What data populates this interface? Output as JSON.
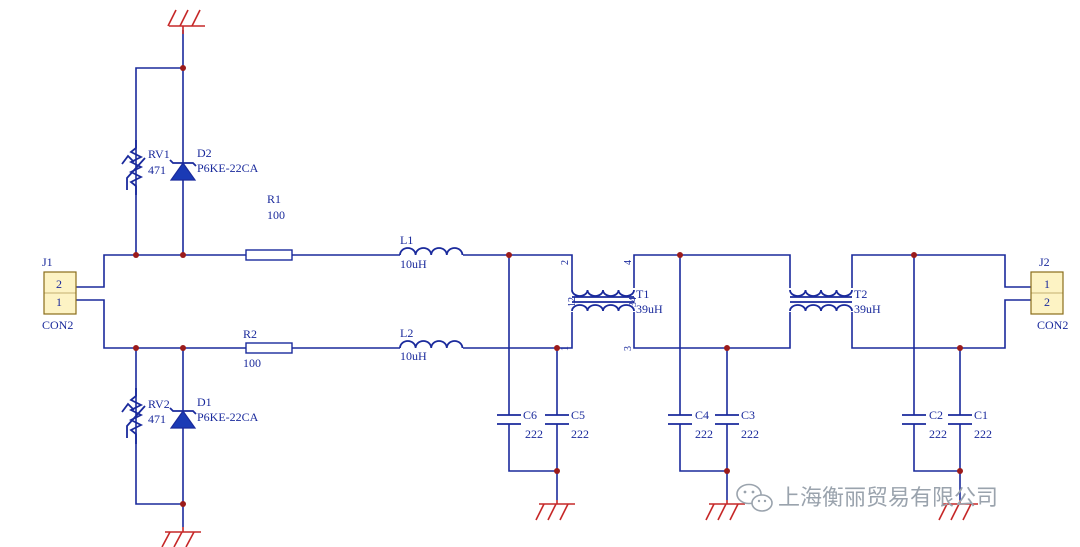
{
  "labels": {
    "j1": "J1",
    "j1_pin_top": "2",
    "j1_pin_bot": "1",
    "j1_type": "CON2",
    "j2": "J2",
    "j2_pin_top": "1",
    "j2_pin_bot": "2",
    "j2_type": "CON2",
    "rv1": "RV1",
    "rv1_val": "471",
    "d2": "D2",
    "d2_val": "P6KE-22CA",
    "rv2": "RV2",
    "rv2_val": "471",
    "d1": "D1",
    "d1_val": "P6KE-22CA",
    "r1": "R1",
    "r1_val": "100",
    "r2": "R2",
    "r2_val": "100",
    "l1": "L1",
    "l1_val": "10uH",
    "l2": "L2",
    "l2_val": "10uH",
    "t1": "T1",
    "t1_val": "39uH",
    "t1_pin1": "1",
    "t1_pin2": "2",
    "t1_pin3": "3",
    "t1_pin4": "4",
    "t1_pin12": "12",
    "t1_pin34": "34",
    "t2": "T2",
    "t2_val": "39uH",
    "c6": "C6",
    "c6_val": "222",
    "c5": "C5",
    "c5_val": "222",
    "c4": "C4",
    "c4_val": "222",
    "c3": "C3",
    "c3_val": "222",
    "c2": "C2",
    "c2_val": "222",
    "c1": "C1",
    "c1_val": "222"
  },
  "watermark": {
    "text": "上海衡丽贸易有限公司",
    "icon": "wechat-icon"
  },
  "colors": {
    "wire": "#1a2a9c",
    "ground": "#c62828",
    "junction": "#9b1b1b",
    "connector_fill": "#fdf3c4"
  }
}
